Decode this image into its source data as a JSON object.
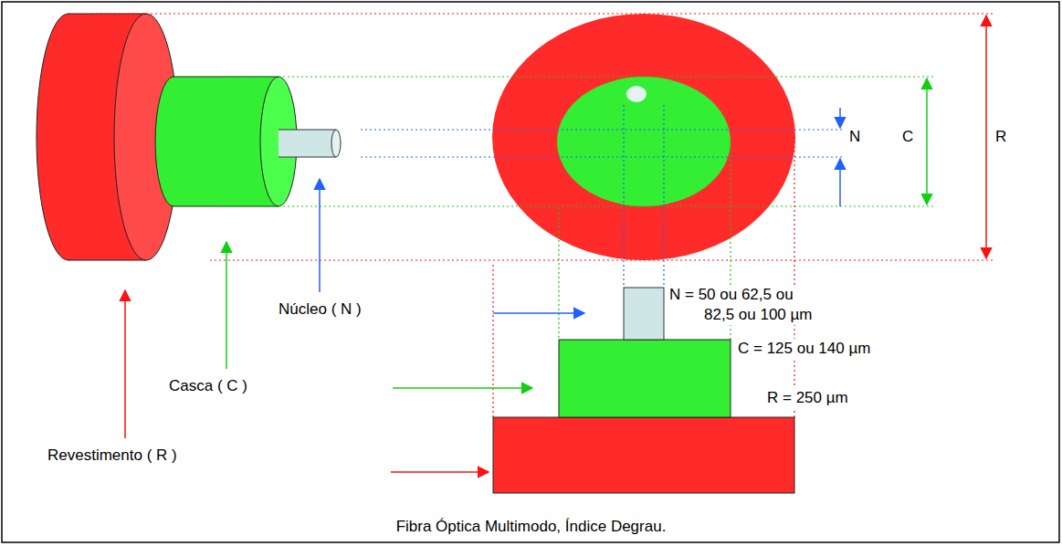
{
  "diagram": {
    "caption": "Fibra Óptica Multimodo, Índice Degrau.",
    "labels": [
      "N",
      "C",
      "R",
      "Núcleo ( N )",
      "Casca ( C )",
      "Revestimento ( R )",
      "N = 50 ou 62,5 ou 82,5 ou 100 µm",
      "C = 125 ou 140 µm",
      "R = 250 µm"
    ]
  }
}
